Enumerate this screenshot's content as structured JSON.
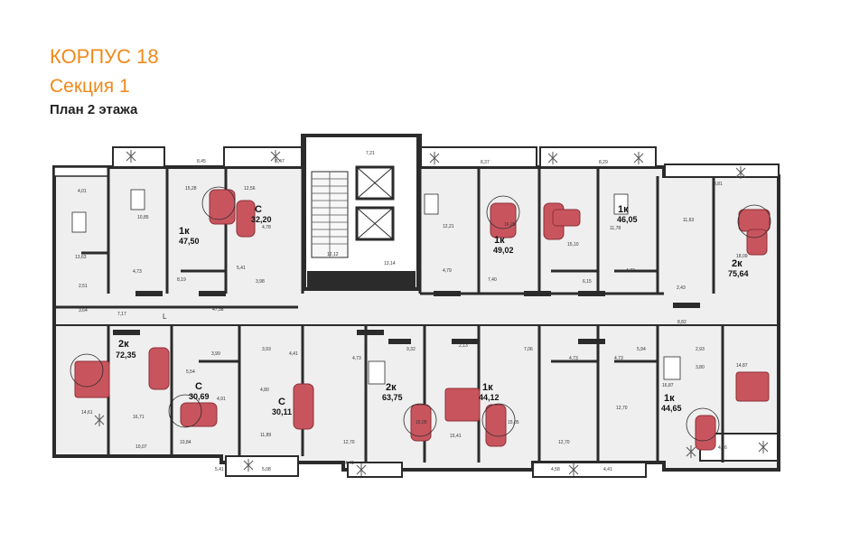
{
  "title": {
    "building": "КОРПУС 18",
    "section": "Секция 1",
    "floor": "План 2 этажа"
  },
  "apartments": [
    {
      "type": "1к",
      "area": "47,50"
    },
    {
      "type": "С",
      "area": "32,20"
    },
    {
      "type": "1к",
      "area": "49,02"
    },
    {
      "type": "1к",
      "area": "46,05"
    },
    {
      "type": "2к",
      "area": "75,64"
    },
    {
      "type": "2к",
      "area": "72,35"
    },
    {
      "type": "С",
      "area": "30,69"
    },
    {
      "type": "С",
      "area": "30,11"
    },
    {
      "type": "2к",
      "area": "63,75"
    },
    {
      "type": "1к",
      "area": "44,12"
    },
    {
      "type": "1к",
      "area": "44,65"
    }
  ],
  "rooms": {
    "r1": "8,45",
    "r2": "5,47",
    "r3": "7,21",
    "r4": "8,37",
    "r5": "8,29",
    "r6": "8,81",
    "r7": "4,01",
    "r8": "10,85",
    "r9": "15,28",
    "r10": "12,56",
    "r11": "4,78",
    "r12": "12,12",
    "r13": "13,14",
    "r14": "12,21",
    "r15": "16,25",
    "r16": "15,10",
    "r17": "11,78",
    "r18": "11,63",
    "r19": "18,09",
    "r20": "13,63",
    "r21": "4,73",
    "r22": "8,19",
    "r23": "5,41",
    "r24": "3,98",
    "r25": "4,79",
    "r26": "7,40",
    "r27": "6,15",
    "r28": "4,73",
    "r29": "2,43",
    "r30": "2,51",
    "r31": "3,64",
    "r32": "7,17",
    "r33": "47,38",
    "r34": "8,82",
    "r35": "9,32",
    "r36": "2,13",
    "r37": "7,06",
    "r38": "5,94",
    "r39": "2,93",
    "r40": "3,99",
    "r41": "3,93",
    "r42": "4,41",
    "r43": "4,73",
    "r44": "4,73",
    "r45": "4,73",
    "r46": "3,80",
    "r47": "5,54",
    "r48": "4,91",
    "r49": "4,80",
    "r50": "14,87",
    "r51": "16,87",
    "r52": "14,61",
    "r53": "16,71",
    "r54": "10,07",
    "r55": "10,84",
    "r56": "11,89",
    "r57": "12,70",
    "r58": "15,05",
    "r59": "15,41",
    "r60": "15,05",
    "r61": "12,70",
    "r62": "12,70",
    "r63": "4,26",
    "r64": "5,41",
    "r65": "5,08",
    "r66": "4,41",
    "r67": "4,58",
    "r68": "4,41",
    "r69": "L"
  },
  "colors": {
    "accent": "#ef8a1a",
    "wall": "#2b2b2b",
    "floor": "#eeeeee",
    "furniture": "#c8555e"
  }
}
